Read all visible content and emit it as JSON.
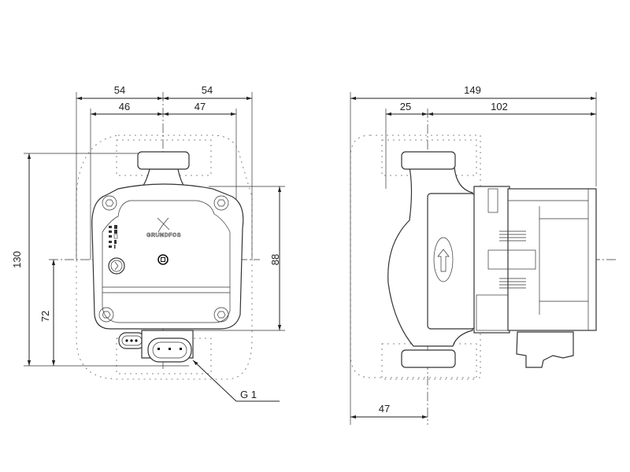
{
  "front_view": {
    "dims": {
      "top_left_outer": "54",
      "top_right_outer": "54",
      "top_left_inner": "46",
      "top_right_inner": "47",
      "height_total": "130",
      "height_lower": "72",
      "height_body": "88"
    },
    "thread_label": "G 1",
    "logo_text": "GRUNDFOS"
  },
  "side_view": {
    "dims": {
      "length_total": "149",
      "inlet_offset": "25",
      "motor_length": "102",
      "bottom_offset": "47"
    }
  }
}
